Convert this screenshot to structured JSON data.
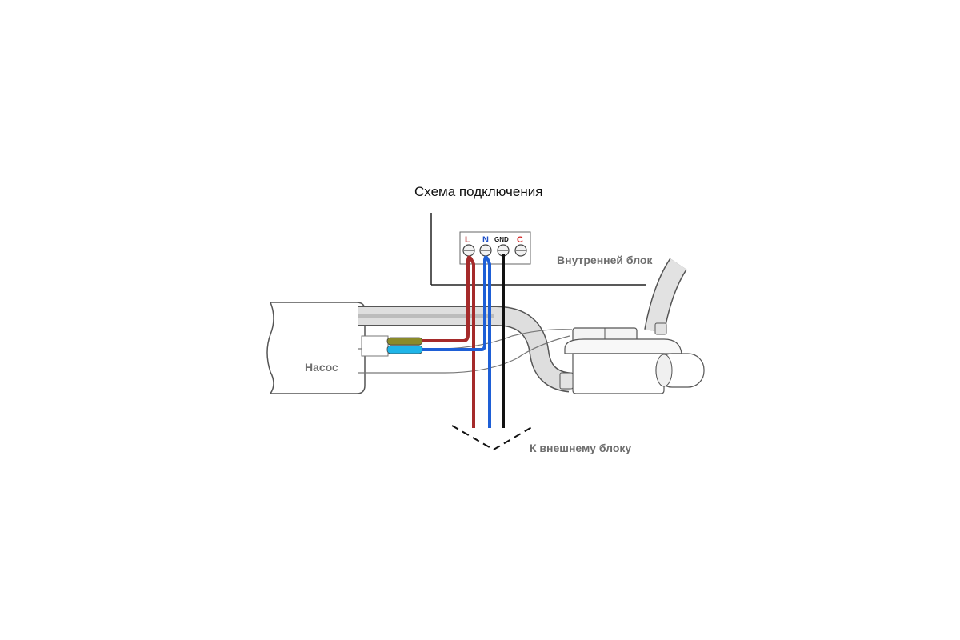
{
  "diagram": {
    "title": "Схема подключения",
    "indoor_unit_label": "Внутренней блок",
    "pump_label": "Насос",
    "outdoor_label": "К внешнему блоку",
    "terminals": [
      {
        "label": "L",
        "color": "#b22222"
      },
      {
        "label": "N",
        "color": "#1e50c8"
      },
      {
        "label": "GND",
        "color": "#111111"
      },
      {
        "label": "C",
        "color": "#d22222"
      }
    ]
  },
  "colors": {
    "background": "#ffffff",
    "outline": "#444444",
    "label_gray": "#6e6e6e",
    "wire_line": "#a52a2a",
    "wire_neutral": "#1e5fd6",
    "wire_ground": "#111111",
    "insulation_brown_green": "#8a8a2a",
    "insulation_blue": "#1fb5e8"
  },
  "icons": {
    "terminal_screw": "terminal-screw-icon",
    "direction_arrow": "chevron-down-icon"
  }
}
